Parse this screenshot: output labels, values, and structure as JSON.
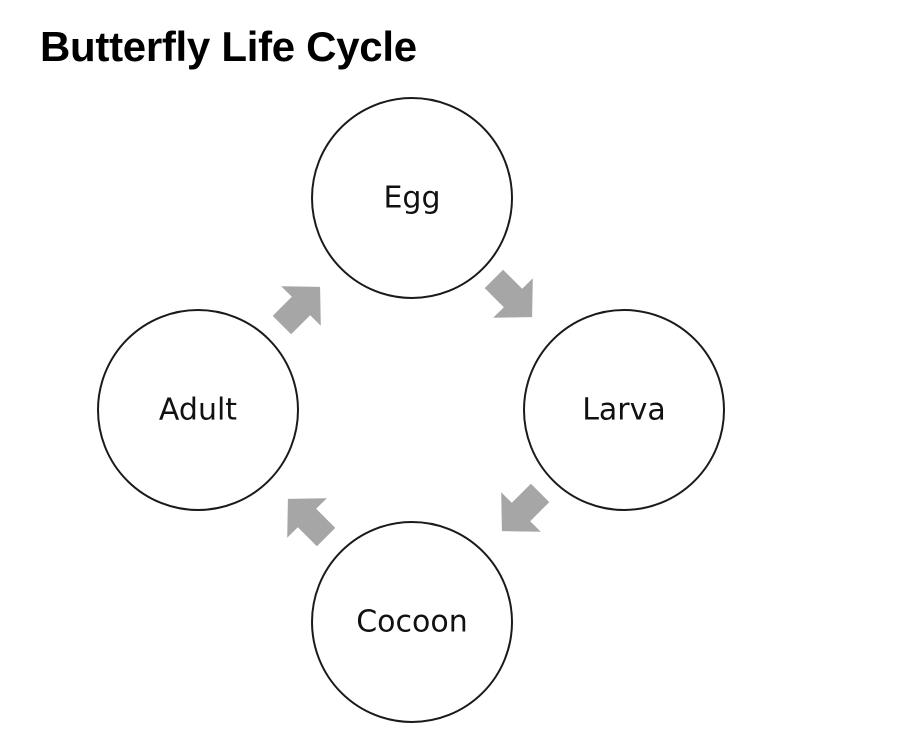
{
  "title": "Butterfly Life Cycle",
  "stages": {
    "egg": "Egg",
    "larva": "Larva",
    "cocoon": "Cocoon",
    "adult": "Adult"
  },
  "colors": {
    "circle_stroke": "#1a1a1a",
    "arrow_fill": "#a6a6a6",
    "text": "#111111"
  },
  "icons": [
    "arrow-egg-to-larva-icon",
    "arrow-larva-to-cocoon-icon",
    "arrow-cocoon-to-adult-icon",
    "arrow-adult-to-egg-icon"
  ]
}
